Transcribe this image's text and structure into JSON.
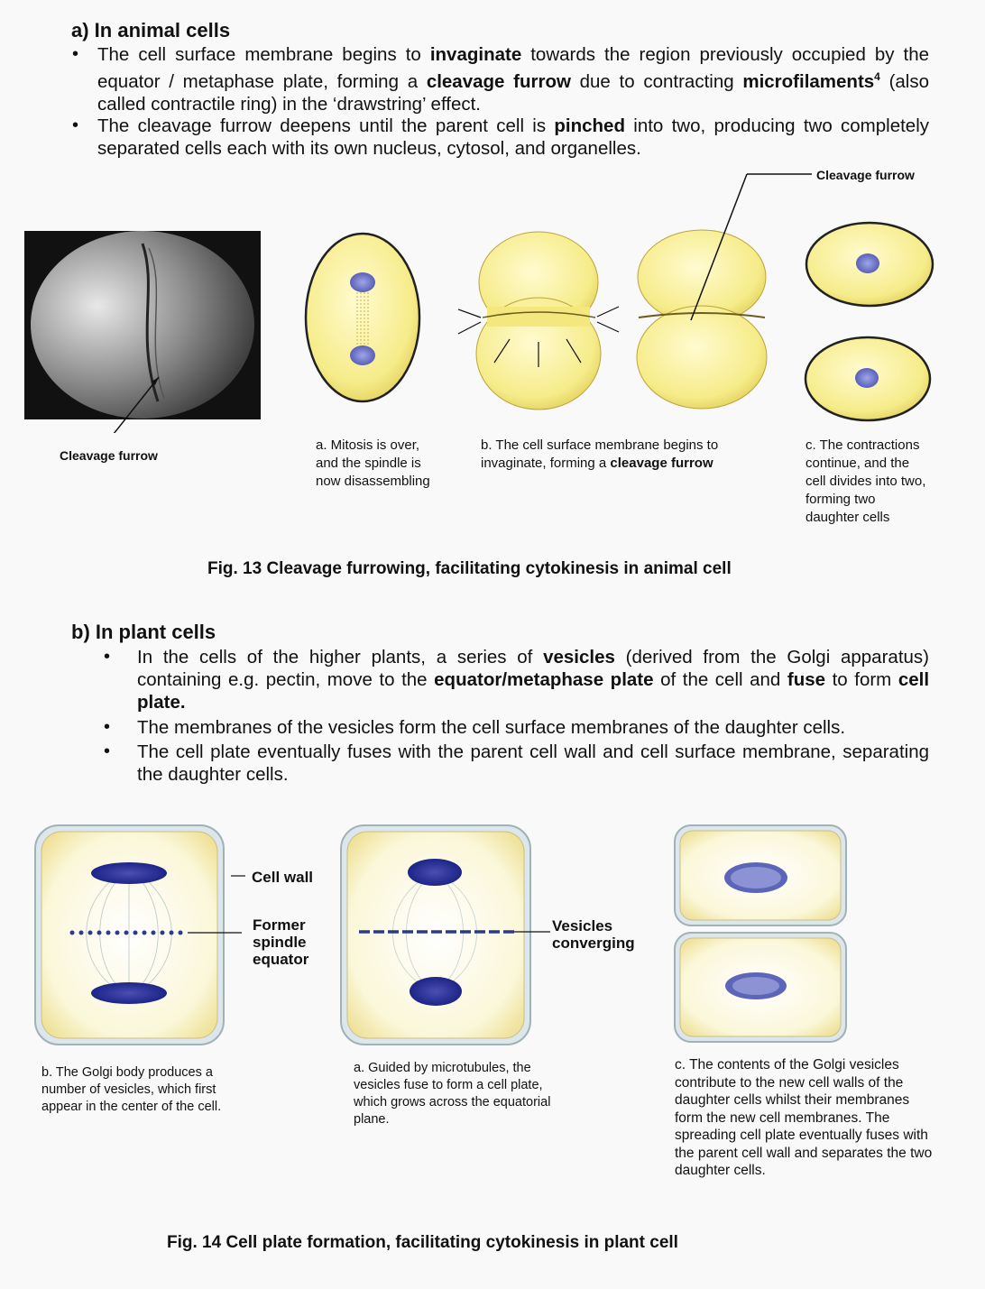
{
  "section_a": {
    "heading": "a)  In animal cells",
    "bullet1": {
      "t1": "The cell surface membrane begins to ",
      "b1": "invaginate",
      "t2": " towards the region previously occupied by the equator / metaphase plate, forming a ",
      "b2": "cleavage furrow",
      "t3": " due to contracting ",
      "b3": "microfilaments",
      "sup": "4",
      "t4": " (also called contractile ring) in the ‘drawstring’ effect."
    },
    "bullet2": {
      "t1": "The cleavage furrow deepens until the parent cell is ",
      "b1": "pinched",
      "t2": " into two, producing two completely separated cells each with its own nucleus, cytosol, and organelles."
    }
  },
  "fig13": {
    "photo_label": "Cleavage furrow",
    "top_label": "Cleavage furrow",
    "caption_a": "a. Mitosis is over, and the spindle is now disassembling",
    "caption_b_1": "b. The cell surface membrane begins to invaginate, forming a ",
    "caption_b_bold": "cleavage furrow",
    "caption_c": "c. The contractions continue, and the cell divides into two, forming two daughter cells",
    "title": "Fig. 13 Cleavage furrowing, facilitating cytokinesis in animal cell"
  },
  "section_b": {
    "heading": "b)  In plant cells",
    "bullet1": {
      "t1": "In the cells of the higher plants, a series of ",
      "b1": "vesicles",
      "t2": " (derived from the Golgi apparatus) containing e.g. pectin, move to the ",
      "b2": "equator/metaphase plate",
      "t3": " of the cell and ",
      "b3": "fuse",
      "t4": " to form ",
      "b4": "cell plate."
    },
    "bullet2": "The membranes of the vesicles form the cell surface membranes of the daughter cells.",
    "bullet3": "The cell plate eventually fuses with the parent cell wall and cell surface membrane, separating the daughter cells."
  },
  "fig14": {
    "label_cell_wall": "Cell wall",
    "label_former_spindle": "Former spindle equator",
    "label_vesicles": "Vesicles converging",
    "caption_b": "b. The Golgi body produces a number of vesicles, which first appear in the center of the cell.",
    "caption_a": "a. Guided by microtubules, the vesicles fuse to form a cell plate, which grows across the equatorial plane.",
    "caption_c": "c. The contents of the Golgi vesicles contribute to the new cell walls of the daughter cells whilst their membranes form the new cell membranes. The spreading cell plate eventually fuses with the parent cell wall and separates the two daughter cells.",
    "title": "Fig. 14 Cell plate formation, facilitating cytokinesis in plant cell"
  }
}
